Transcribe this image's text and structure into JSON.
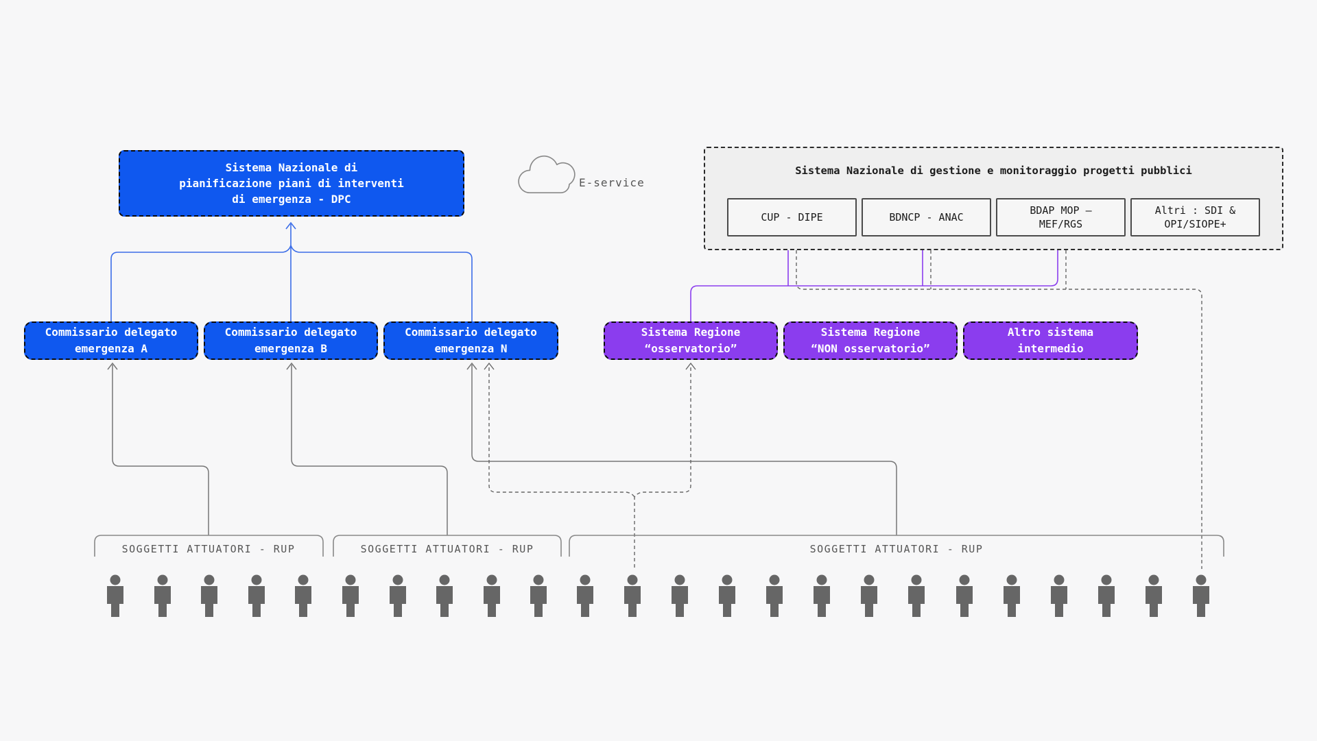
{
  "colors": {
    "background": "#f7f7f8",
    "blue_box": "#0f58ef",
    "purple_box": "#8b3dee",
    "blue_line": "#3b6de8",
    "purple_line": "#8b3dee",
    "gray_line": "#777777",
    "dashed_line": "#666666",
    "container_bg": "#efefef",
    "person": "#666666"
  },
  "dpc_box": {
    "label": "Sistema Nazionale di\npianificazione piani di interventi\ndi emergenza - DPC"
  },
  "eservice": {
    "label": "E-service"
  },
  "monitoring_container": {
    "title": "Sistema Nazionale di gestione e monitoraggio progetti pubblici",
    "systems": [
      {
        "label": "CUP - DIPE"
      },
      {
        "label": "BDNCP - ANAC"
      },
      {
        "label": "BDAP MOP –\nMEF/RGS"
      },
      {
        "label": "Altri : SDI &\nOPI/SIOPE+"
      }
    ]
  },
  "commissari": [
    {
      "label": "Commissario delegato\nemergenza A"
    },
    {
      "label": "Commissario delegato\nemergenza B"
    },
    {
      "label": "Commissario delegato\nemergenza N"
    }
  ],
  "sistemi_intermedi": [
    {
      "label": "Sistema Regione\n“osservatorio”"
    },
    {
      "label": "Sistema Regione\n“NON osservatorio”"
    },
    {
      "label": "Altro sistema\nintermedio"
    }
  ],
  "attuatori_groups": [
    {
      "label": "SOGGETTI ATTUATORI - RUP",
      "person_count": 5
    },
    {
      "label": "SOGGETTI ATTUATORI - RUP",
      "person_count": 5
    },
    {
      "label": "SOGGETTI ATTUATORI - RUP",
      "person_count": 14
    }
  ]
}
